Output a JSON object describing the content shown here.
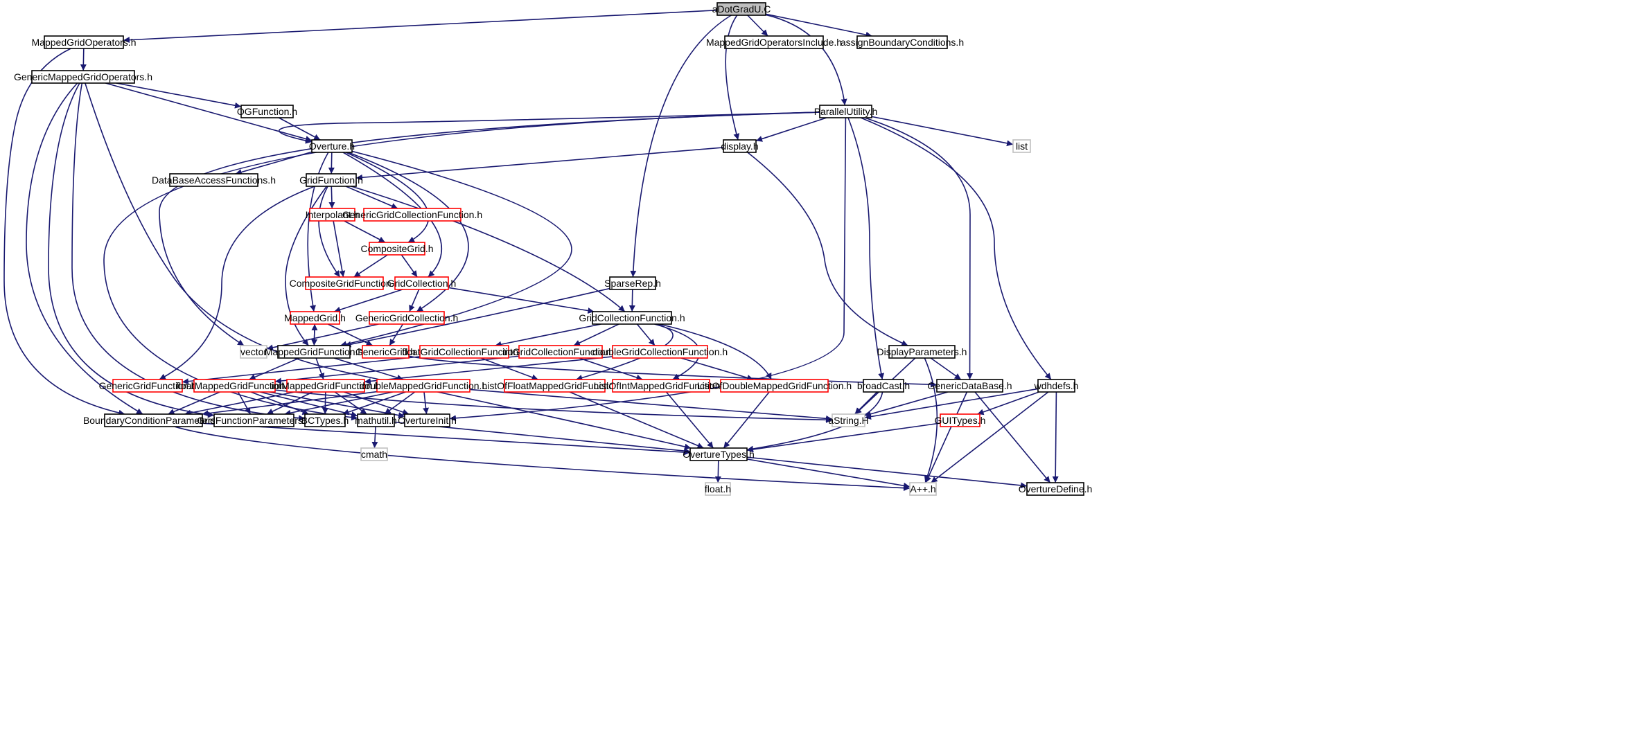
{
  "diagram": {
    "root": "aDotGradU.C",
    "colors": {
      "edge": "#191970",
      "node_border": "#000000",
      "incomplete_border": "#ff0000",
      "system_border": "#bfbfbf",
      "root_fill": "#bfbfbf"
    },
    "nodes": [
      {
        "id": "aDotGradU",
        "label": "aDotGradU.C",
        "style": "root"
      },
      {
        "id": "MappedGridOperators",
        "label": "MappedGridOperators.h",
        "style": "normal"
      },
      {
        "id": "MappedGridOperatorsInclude",
        "label": "MappedGridOperatorsInclude.h",
        "style": "normal"
      },
      {
        "id": "assignBoundaryConditions",
        "label": "assignBoundaryConditions.h",
        "style": "normal"
      },
      {
        "id": "GenericMappedGridOperators",
        "label": "GenericMappedGridOperators.h",
        "style": "normal"
      },
      {
        "id": "OGFunction",
        "label": "OGFunction.h",
        "style": "normal"
      },
      {
        "id": "ParallelUtility",
        "label": "ParallelUtility.h",
        "style": "normal"
      },
      {
        "id": "Overture",
        "label": "Overture.h",
        "style": "normal"
      },
      {
        "id": "display",
        "label": "display.h",
        "style": "normal"
      },
      {
        "id": "list",
        "label": "list",
        "style": "system"
      },
      {
        "id": "DataBaseAccessFunctions",
        "label": "DataBaseAccessFunctions.h",
        "style": "normal"
      },
      {
        "id": "GridFunction",
        "label": "GridFunction.h",
        "style": "normal"
      },
      {
        "id": "Interpolant",
        "label": "Interpolant.h",
        "style": "incomplete"
      },
      {
        "id": "GenericGridCollectionFunction",
        "label": "GenericGridCollectionFunction.h",
        "style": "incomplete"
      },
      {
        "id": "CompositeGrid",
        "label": "CompositeGrid.h",
        "style": "incomplete"
      },
      {
        "id": "CompositeGridFunction",
        "label": "CompositeGridFunction.h",
        "style": "incomplete"
      },
      {
        "id": "GridCollection",
        "label": "GridCollection.h",
        "style": "incomplete"
      },
      {
        "id": "SparseRep",
        "label": "SparseRep.h",
        "style": "normal"
      },
      {
        "id": "MappedGrid",
        "label": "MappedGrid.h",
        "style": "incomplete"
      },
      {
        "id": "GenericGridCollection",
        "label": "GenericGridCollection.h",
        "style": "incomplete"
      },
      {
        "id": "GridCollectionFunction",
        "label": "GridCollectionFunction.h",
        "style": "normal"
      },
      {
        "id": "vector",
        "label": "vector",
        "style": "system"
      },
      {
        "id": "MappedGridFunction",
        "label": "MappedGridFunction.h",
        "style": "normal"
      },
      {
        "id": "GenericGrid",
        "label": "GenericGrid.h",
        "style": "incomplete"
      },
      {
        "id": "floatGridCollectionFunction",
        "label": "floatGridCollectionFunction.h",
        "style": "incomplete"
      },
      {
        "id": "intGridCollectionFunction",
        "label": "intGridCollectionFunction.h",
        "style": "incomplete"
      },
      {
        "id": "doubleGridCollectionFunction",
        "label": "doubleGridCollectionFunction.h",
        "style": "incomplete"
      },
      {
        "id": "DisplayParameters",
        "label": "DisplayParameters.h",
        "style": "normal"
      },
      {
        "id": "GenericGridFunction",
        "label": "GenericGridFunction.h",
        "style": "incomplete"
      },
      {
        "id": "floatMappedGridFunction",
        "label": "floatMappedGridFunction.h",
        "style": "incomplete"
      },
      {
        "id": "intMappedGridFunction",
        "label": "intMappedGridFunction.h",
        "style": "incomplete"
      },
      {
        "id": "doubleMappedGridFunction",
        "label": "doubleMappedGridFunction.h",
        "style": "incomplete"
      },
      {
        "id": "ListOfFloatMappedGridFunction",
        "label": "ListOfFloatMappedGridFunction.h",
        "style": "incomplete"
      },
      {
        "id": "ListOfIntMappedGridFunction",
        "label": "ListOfIntMappedGridFunction.h",
        "style": "incomplete"
      },
      {
        "id": "ListOfDoubleMappedGridFunction",
        "label": "ListOfDoubleMappedGridFunction.h",
        "style": "incomplete"
      },
      {
        "id": "broadCast",
        "label": "broadCast.h",
        "style": "normal"
      },
      {
        "id": "GenericDataBase",
        "label": "GenericDataBase.h",
        "style": "normal"
      },
      {
        "id": "wdhdefs",
        "label": "wdhdefs.h",
        "style": "normal"
      },
      {
        "id": "BoundaryConditionParameters",
        "label": "BoundaryConditionParameters.h",
        "style": "normal"
      },
      {
        "id": "GridFunctionParameters",
        "label": "GridFunctionParameters.h",
        "style": "normal"
      },
      {
        "id": "BCTypes",
        "label": "BCTypes.h",
        "style": "normal"
      },
      {
        "id": "mathutil",
        "label": "mathutil.h",
        "style": "normal"
      },
      {
        "id": "OvertureInit",
        "label": "OvertureInit.h",
        "style": "normal"
      },
      {
        "id": "aString",
        "label": "aString.H",
        "style": "system"
      },
      {
        "id": "GUITypes",
        "label": "GUITypes.h",
        "style": "incomplete"
      },
      {
        "id": "cmath",
        "label": "cmath",
        "style": "system"
      },
      {
        "id": "OvertureTypes",
        "label": "OvertureTypes.h",
        "style": "normal"
      },
      {
        "id": "floath",
        "label": "float.h",
        "style": "system"
      },
      {
        "id": "App",
        "label": "A++.h",
        "style": "system"
      },
      {
        "id": "OvertureDefine",
        "label": "OvertureDefine.h",
        "style": "normal"
      }
    ]
  }
}
